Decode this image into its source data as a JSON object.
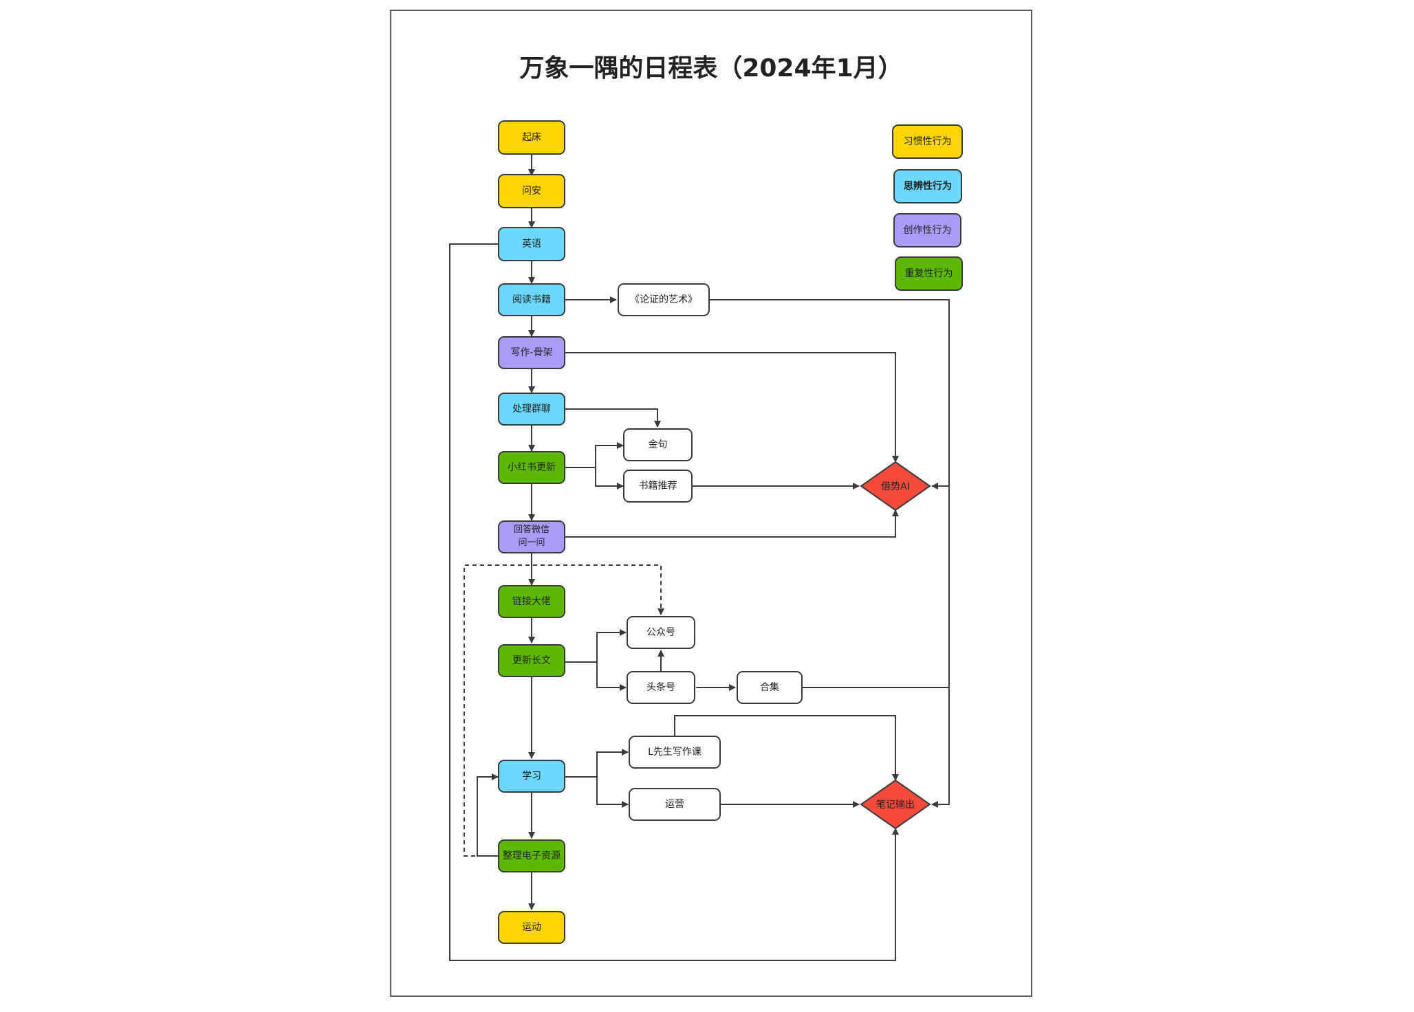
{
  "title": "万象一隅的日程表（2024年1月）",
  "legend": {
    "habitual": "习惯性行为",
    "critical": "思辨性行为",
    "creative": "创作性行为",
    "repetitive": "重复性行为"
  },
  "nodes": {
    "wake_up": "起床",
    "greeting": "问安",
    "english": "英语",
    "reading": "阅读书籍",
    "writing_outline": "写作-骨架",
    "group_chat": "处理群聊",
    "xiaohongshu": "小红书更新",
    "reply_wechat": "回答微信\n问一问",
    "connect": "链接大佬",
    "update_long": "更新长文",
    "study": "学习",
    "organize": "整理电子资源",
    "exercise": "运动",
    "book_art": "《论证的艺术》",
    "golden_quotes": "金句",
    "book_recommend": "书籍推荐",
    "gongzhonghao": "公众号",
    "toutiao": "头条号",
    "collection": "合集",
    "writing_course": "L先生写作课",
    "operation": "运营",
    "ai": "借势AI",
    "notes_output": "笔记输出"
  },
  "colors": {
    "habitual": "#ffd500",
    "critical": "#6cd8ff",
    "creative": "#a89cf7",
    "repetitive": "#5db800",
    "decision": "#f44a3c",
    "line": "#3a3a3a"
  }
}
